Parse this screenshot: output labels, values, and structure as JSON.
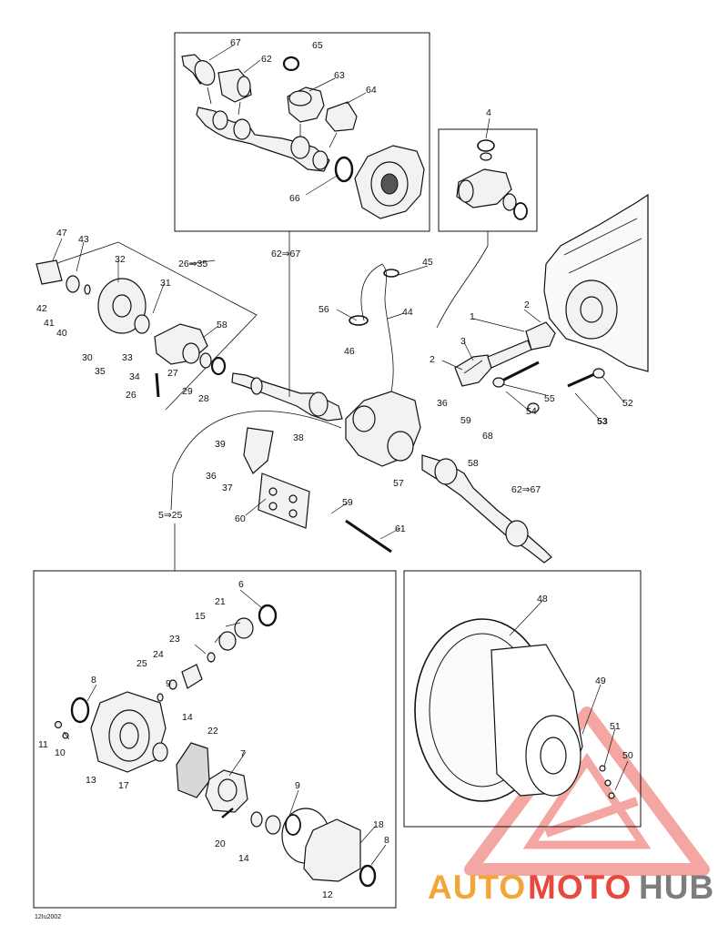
{
  "diagram_code": "12Iu2002",
  "watermark": {
    "part1": "AUTO",
    "part2": "MOTO",
    "part3": "HUB",
    "color_orange": "#f2a63a",
    "color_red": "#e8493f",
    "color_gray": "#7d7d7d"
  },
  "labels": {
    "l1": "1",
    "l2a": "2",
    "l2b": "2",
    "l3": "3",
    "l4": "4",
    "l5_25": "5⇒25",
    "l6": "6",
    "l7": "7",
    "l8a": "8",
    "l8b": "8",
    "l9a": "9",
    "l9b": "9",
    "l10": "10",
    "l11": "11",
    "l12": "12",
    "l13": "13",
    "l14a": "14",
    "l14b": "14",
    "l15": "15",
    "l17": "17",
    "l18": "18",
    "l20": "20",
    "l21": "21",
    "l22": "22",
    "l23": "23",
    "l24": "24",
    "l25": "25",
    "l26": "26",
    "l26_35": "26⇒35",
    "l27": "27",
    "l28": "28",
    "l29": "29",
    "l30": "30",
    "l31": "31",
    "l32": "32",
    "l33": "33",
    "l34": "34",
    "l35": "35",
    "l36a": "36",
    "l36b": "36",
    "l37": "37",
    "l38": "38",
    "l39": "39",
    "l40": "40",
    "l41": "41",
    "l42": "42",
    "l43": "43",
    "l44": "44",
    "l45": "45",
    "l46": "46",
    "l47": "47",
    "l48": "48",
    "l49": "49",
    "l50": "50",
    "l51": "51",
    "l52": "52",
    "l53": "53",
    "l54": "54",
    "l55": "55",
    "l56": "56",
    "l57": "57",
    "l58a": "58",
    "l58b": "58",
    "l59a": "59",
    "l59b": "59",
    "l60": "60",
    "l61": "61",
    "l62": "62",
    "l62_67a": "62⇒67",
    "l62_67b": "62⇒67",
    "l63": "63",
    "l64": "64",
    "l65": "65",
    "l66": "66",
    "l67": "67",
    "l68": "68"
  }
}
